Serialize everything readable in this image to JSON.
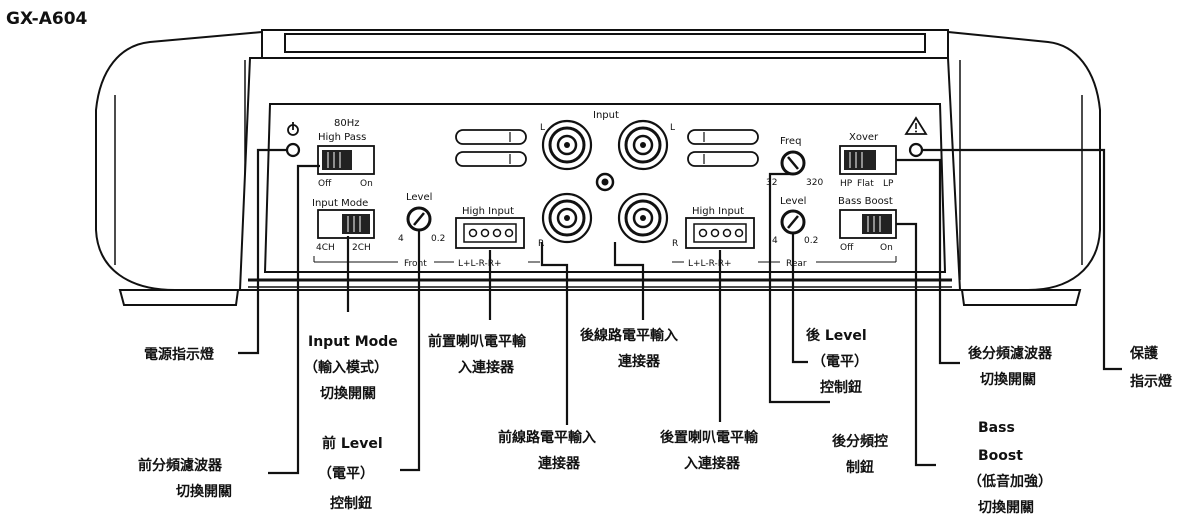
{
  "model": "GX-A604",
  "panel": {
    "hp_freq": "80Hz",
    "hp_name": "High Pass",
    "hp_off": "Off",
    "hp_on": "On",
    "input_mode": "Input Mode",
    "mode_4ch": "4CH",
    "mode_2ch": "2CH",
    "front_level": "Level",
    "front_level_min": "4",
    "front_level_max": "0.2",
    "front_high_input": "High Input",
    "front_pins": "L+L-R-R+",
    "front_section": "Front",
    "input": "Input",
    "l_tl": "L",
    "l_tr": "L",
    "r_bl": "R",
    "r_br": "R",
    "rear_high_input": "High Input",
    "rear_pins": "L+L-R-R+",
    "rear_section": "Rear",
    "freq": "Freq",
    "freq_min": "32",
    "freq_max": "320",
    "rear_level": "Level",
    "rear_level_min": "4",
    "rear_level_max": "0.2",
    "xover": "Xover",
    "xover_hp": "HP",
    "xover_flat": "Flat",
    "xover_lp": "LP",
    "bass_boost": "Bass Boost",
    "bb_off": "Off",
    "bb_on": "On"
  },
  "callouts": {
    "power_led": "電源指示燈",
    "front_xover_1": "前分頻濾波器",
    "front_xover_2": "切換開關",
    "input_mode_1": "Input Mode",
    "input_mode_2": "（輸入模式）",
    "input_mode_3": "切換開關",
    "front_level_1": "前  Level",
    "front_level_2": "（電平）",
    "front_level_3": "控制鈕",
    "front_spk_1": "前置喇叭電平輸",
    "front_spk_2": "入連接器",
    "front_line_1": "前線路電平輸入",
    "front_line_2": "連接器",
    "rear_line_1": "後線路電平輸入",
    "rear_line_2": "連接器",
    "rear_spk_1": "後置喇叭電平輸",
    "rear_spk_2": "入連接器",
    "rear_level_1": "後  Level",
    "rear_level_2": "（電平）",
    "rear_level_3": "控制鈕",
    "rear_xover_ctl_1": "後分頻控",
    "rear_xover_ctl_2": "制鈕",
    "rear_xover_sw_1": "後分頻濾波器",
    "rear_xover_sw_2": "切換開關",
    "bass_boost_1": "Bass",
    "bass_boost_2": "Boost",
    "bass_boost_3": "（低音加強）",
    "bass_boost_4": "切換開關",
    "protect_1": "保護",
    "protect_2": "指示燈"
  }
}
